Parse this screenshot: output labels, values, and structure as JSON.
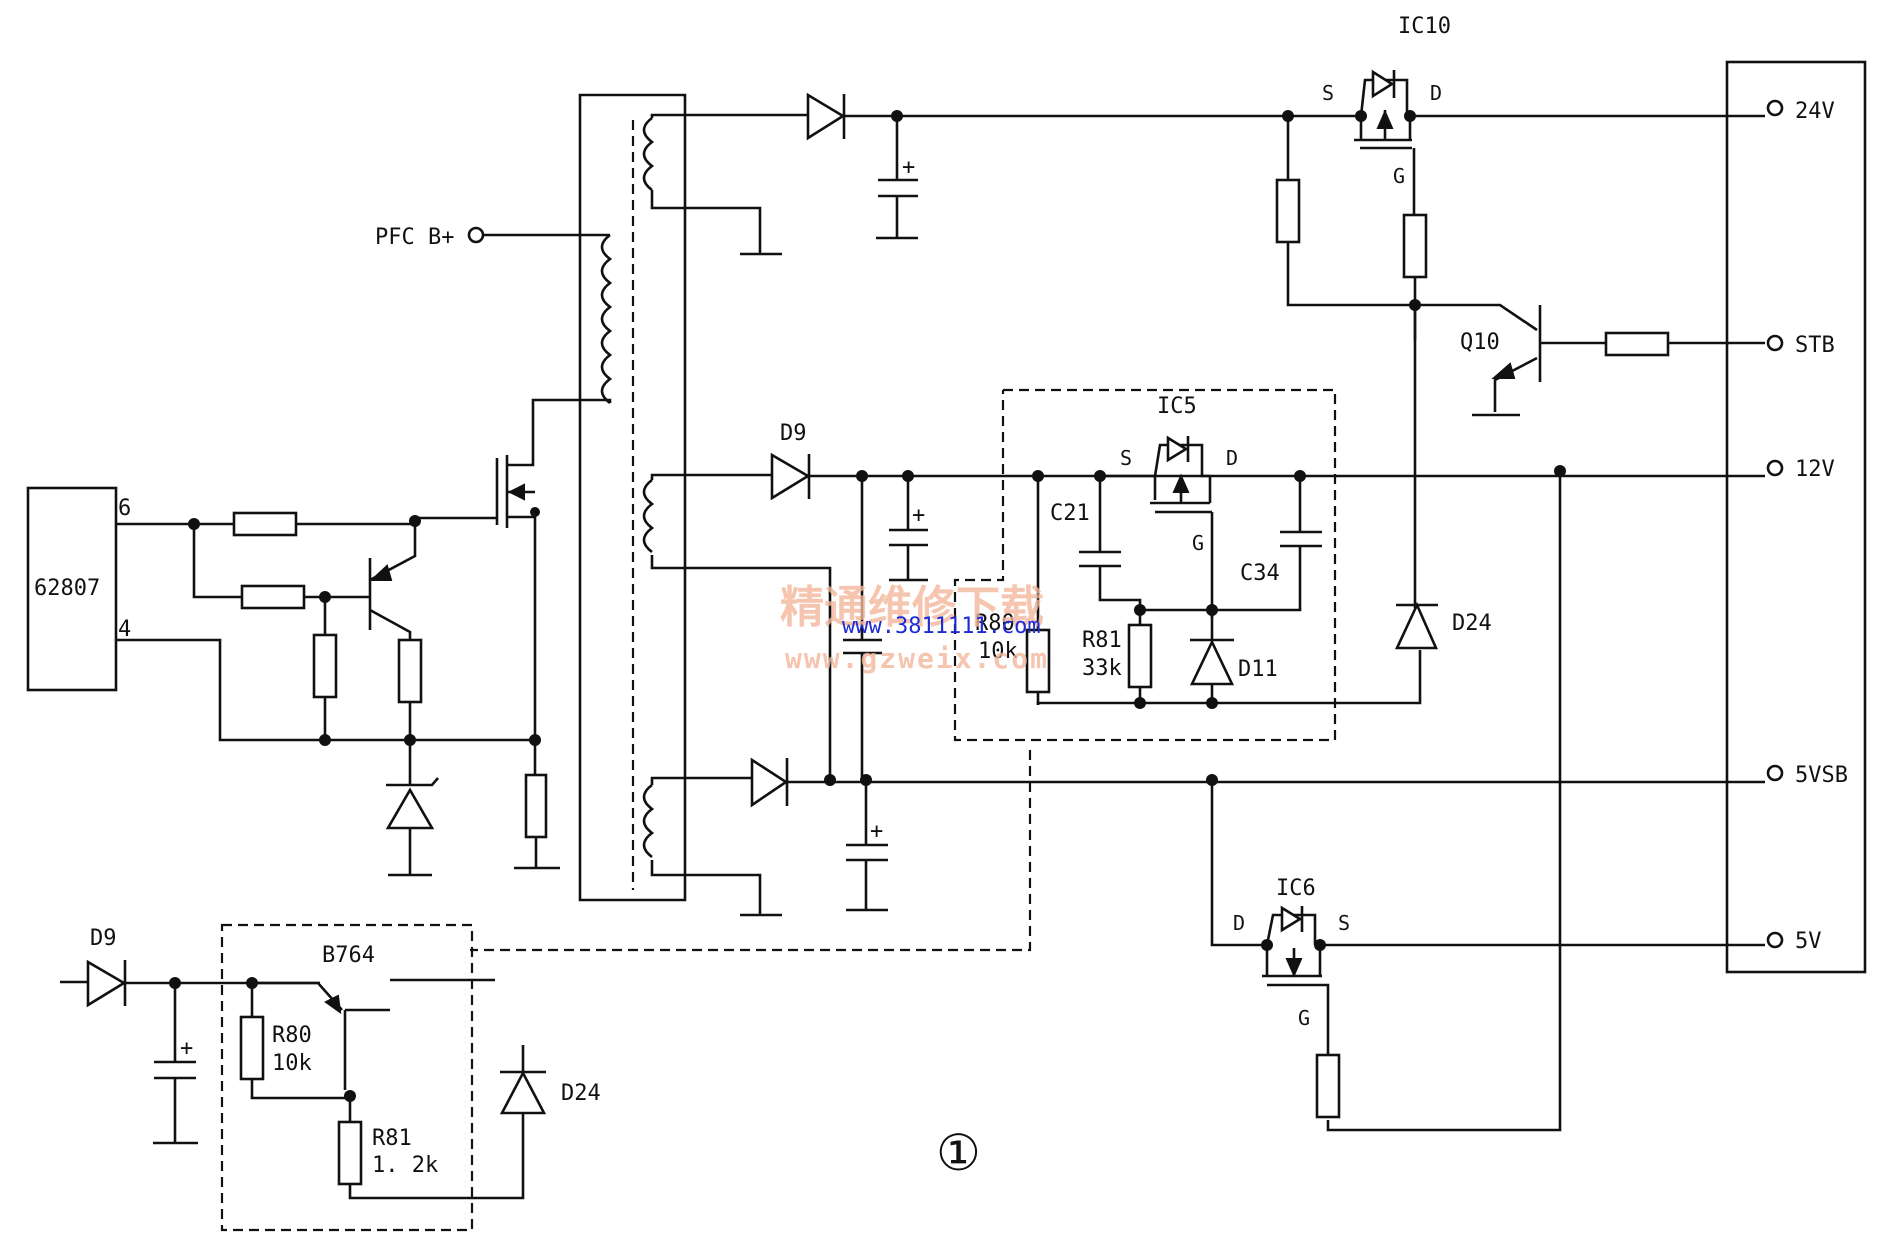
{
  "labels": {
    "ic10": "IC10",
    "ic5": "IC5",
    "ic6": "IC6",
    "chip": "62807",
    "pin6": "6",
    "pin4": "4",
    "pfc": "PFC B+",
    "d9_top": "D9",
    "d9_bottom": "D9",
    "d24_mid": "D24",
    "d24_bottom": "D24",
    "d11": "D11",
    "q10": "Q10",
    "c21": "C21",
    "c34": "C34",
    "r80_mid": "R80",
    "r80_mid_val": "10k",
    "r81_mid": "R81",
    "r81_mid_val": "33k",
    "b764": "B764",
    "r80_bot": "R80",
    "r80_bot_val": "10k",
    "r81_bot": "R81",
    "r81_bot_val": "1. 2k",
    "s_ic10": "S",
    "d_ic10": "D",
    "g_ic10": "G",
    "s_ic5": "S",
    "d_ic5": "D",
    "g_ic5": "G",
    "d_ic6": "D",
    "s_ic6": "S",
    "g_ic6": "G",
    "plus": "+",
    "figure_number": "①"
  },
  "outputs": {
    "v24": "24V",
    "stb": "STB",
    "v12": "12V",
    "v5vsb": "5VSB",
    "v5": "5V"
  },
  "watermark": {
    "line1": "精通维修下载",
    "line2": "www.3811111.com",
    "line3": "www.gzweix.com"
  }
}
